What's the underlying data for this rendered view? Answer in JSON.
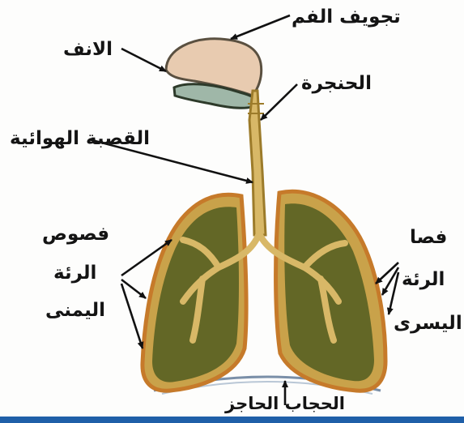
{
  "labels": {
    "mouth_cavity": "تجويف الفم",
    "nose": "الانف",
    "larynx": "الحنجرة",
    "trachea": "القصبة الهوائية",
    "right_lung_lobes": [
      "فصوص",
      "الرئة",
      "اليمنى"
    ],
    "left_lung_lobes": [
      "فصا",
      "الرئة",
      "اليسرى"
    ],
    "diaphragm": "الحجاب الحاجز"
  },
  "colors": {
    "lung_fill": "#c9a24a",
    "lung_outline": "#c67a2a",
    "lung_interior": "#4d5a1e",
    "bronchi": "#d8b867",
    "cavity_fill": "#e8cbb0",
    "arrow": "#111111",
    "bottom_border": "#1f5fa8"
  }
}
